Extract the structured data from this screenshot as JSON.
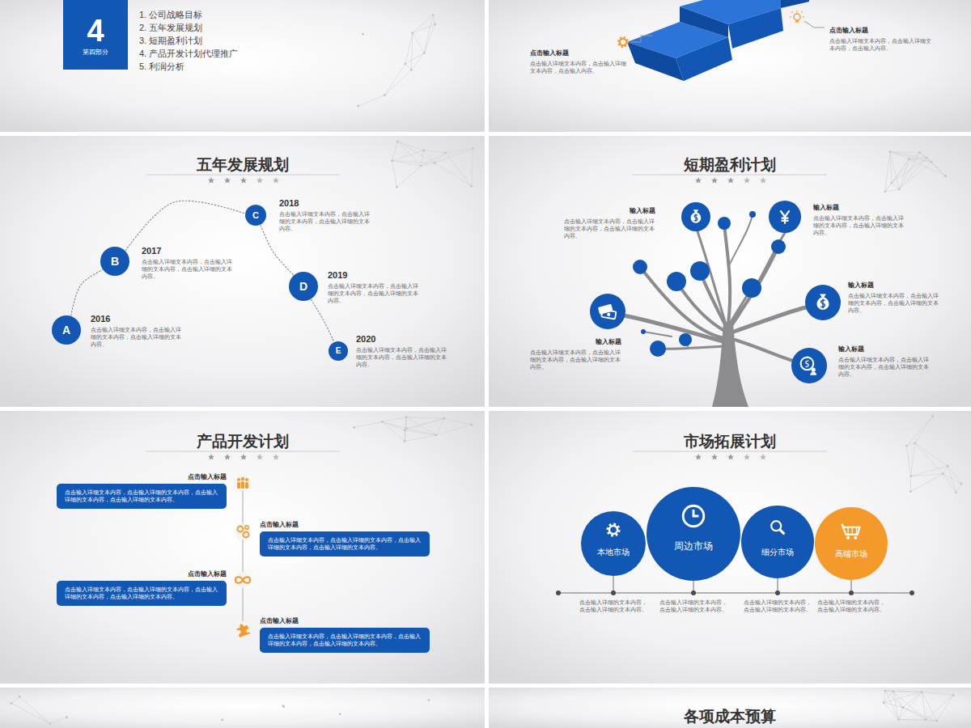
{
  "diagram": {
    "nodes": [
      {
        "text": [
          "4",
          "第四部分"
        ]
      },
      {
        "text": [
          "A"
        ]
      },
      {
        "text": [
          "B"
        ]
      },
      {
        "text": [
          "C"
        ]
      },
      {
        "text": [
          "D"
        ]
      },
      {
        "text": [
          "E"
        ]
      },
      {
        "text": [
          "点击输入标题",
          "点击输入详细文本内容，点击输入详细的文本内容，点击输入详细的文本内容，点击输入详细的文本内容。"
        ]
      },
      {
        "text": [
          "点击输入标题",
          "点击输入详细文本内容，点击输入详细的文本内容，点击输入详细的文本内容，点击输入详细的文本内容。"
        ]
      },
      {
        "text": [
          "点击输入标题",
          "点击输入详细文本内容，点击输入详细的文本内容，点击输入详细的文本内容，点击输入详细的文本内容。"
        ]
      },
      {
        "text": [
          "点击输入标题",
          "点击输入详细文本内容，点击输入详细的文本内容，点击输入详细的文本内容，点击输入详细的文本内容。"
        ]
      },
      {
        "text": [
          "本地市场"
        ]
      },
      {
        "text": [
          "周边市场"
        ]
      },
      {
        "text": [
          "细分市场"
        ]
      },
      {
        "text": [
          "高端市场"
        ]
      }
    ],
    "edges": [
      {
        "from": 1,
        "to": 2,
        "arrow": "none"
      },
      {
        "from": 2,
        "to": 3,
        "arrow": "none"
      },
      {
        "from": 3,
        "to": 4,
        "arrow": "none"
      },
      {
        "from": 4,
        "to": 5,
        "arrow": "none"
      }
    ],
    "labels": [
      "1. 公司战略目标",
      "2. 五年发展规划",
      "3. 短期盈利计划",
      "4. 产品开发计划代理推广",
      "5. 利润分析",
      "点击输入标题",
      "点击输入详细文本内容，点击输入详细文本内容，点击输入内容。",
      "点击输入标题",
      "点击输入详细文本内容，点击输入详细文本内容，点击输入内容。",
      "五年发展规划",
      "2016",
      "点击输入详细文本内容，点击输入详细的文本内容，点击输入详细的文本内容。",
      "2017",
      "点击输入详细文本内容，点击输入详细的文本内容，点击输入详细的文本内容。",
      "2018",
      "点击输入详细文本内容，点击输入详细的文本内容，点击输入详细的文本内容。",
      "2019",
      "点击输入详细文本内容，点击输入详细的文本内容，点击输入详细的文本内容。",
      "2020",
      "点击输入详细文本内容，点击输入详细的文本内容，点击输入详细的文本内容。",
      "短期盈利计划",
      "输入标题",
      "点击输入详细文本内容，点击输入详细的文本内容，点击输入详细的文本内容。",
      "输入标题",
      "点击输入详细文本内容，点击输入详细的文本内容，点击输入详细的文本内容。",
      "输入标题",
      "点击输入详细文本内容，点击输入详细的文本内容，点击输入详细的文本内容。",
      "输入标题",
      "点击输入详细文本内容，点击输入详细的文本内容，点击输入详细的文本内容。",
      "输入标题",
      "点击输入详细文本内容，点击输入详细的文本内容，点击输入详细的文本内容。",
      "产品开发计划",
      "市场拓展计划",
      "点击输入详细的文本内容，点击输入详细的文本内容。",
      "点击输入详细的文本内容，点击输入详细的文本内容。",
      "点击输入详细的文本内容，点击输入详细的文本内容。",
      "点击输入详细的文本内容，点击输入详细的文本内容。",
      "各项成本预算"
    ]
  }
}
